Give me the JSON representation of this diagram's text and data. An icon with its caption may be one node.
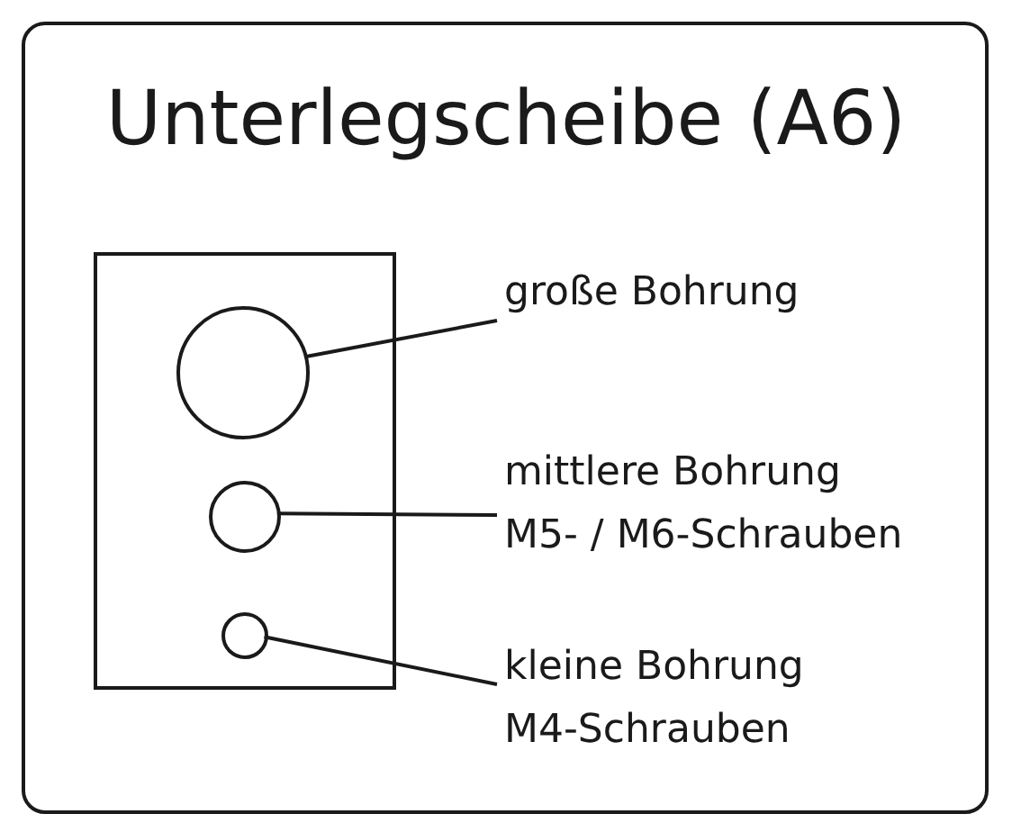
{
  "diagram": {
    "title": "Unterlegscheibe (A6)",
    "nodes": [
      {
        "text": [],
        "shape": "box"
      },
      {
        "text": [],
        "shape": "circle",
        "in": 0
      },
      {
        "text": [],
        "shape": "circle",
        "in": 0
      },
      {
        "text": [],
        "shape": "circle",
        "in": 0
      },
      {
        "text": [
          "große Bohrung"
        ]
      },
      {
        "text": [
          "mittlere Bohrung",
          "M5- / M6-Schrauben"
        ]
      },
      {
        "text": [
          "kleine Bohrung",
          "M4-Schrauben"
        ]
      }
    ],
    "edges": [
      {
        "from": 4,
        "to": 1,
        "arrow": "none"
      },
      {
        "from": 5,
        "to": 2,
        "arrow": "none"
      },
      {
        "from": 6,
        "to": 3,
        "arrow": "none"
      }
    ]
  }
}
